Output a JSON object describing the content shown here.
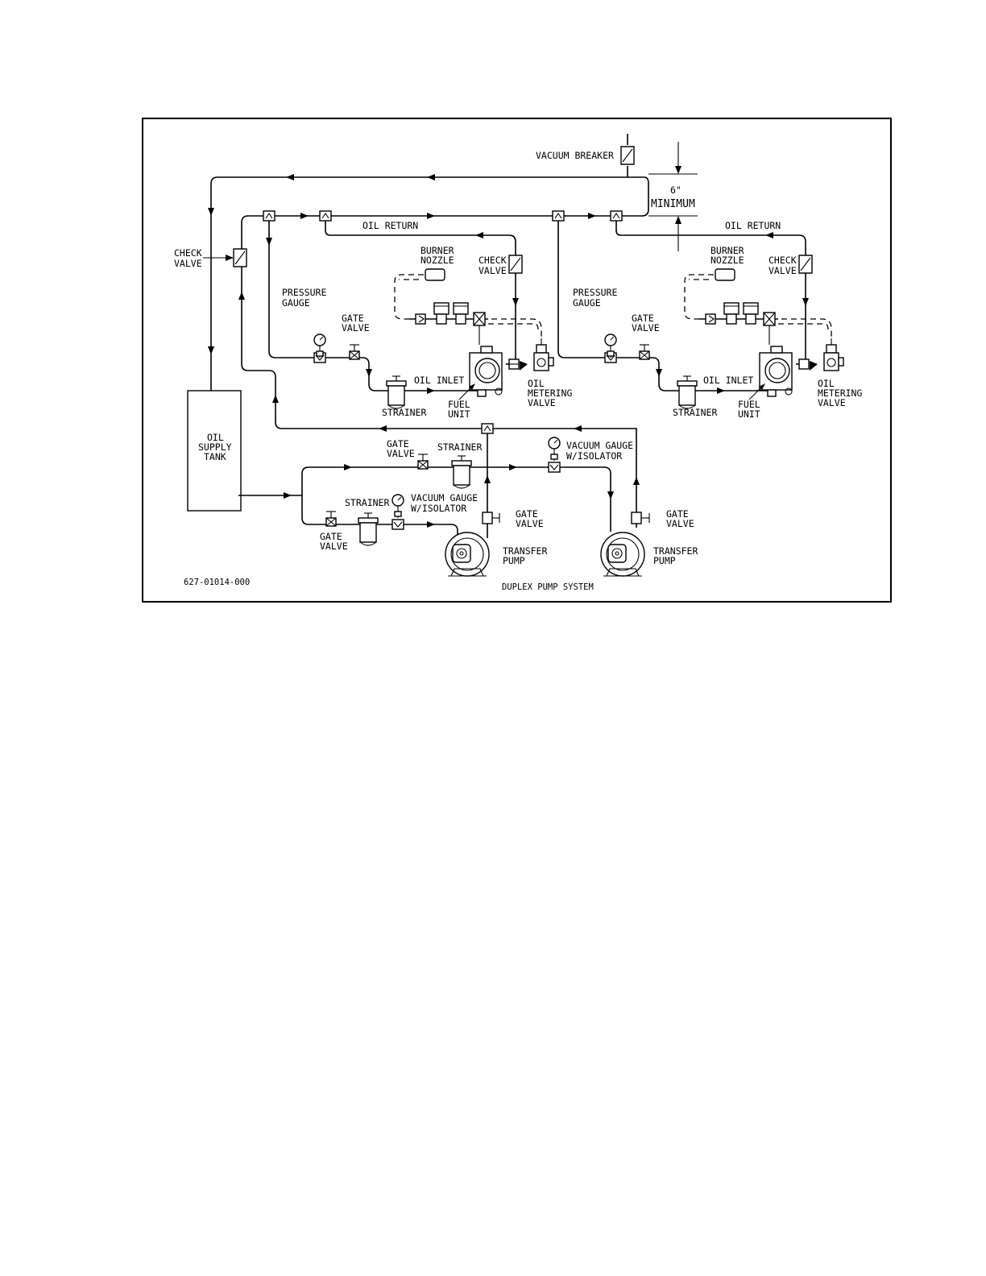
{
  "title": "DUPLEX PUMP SYSTEM",
  "drawing_number": "627-01014-000",
  "dimension": {
    "value": "6\"",
    "label": "MINIMUM"
  },
  "labels": {
    "vacuum_breaker": "VACUUM BREAKER",
    "check_valve_line1": "CHECK",
    "check_valve_line2": "VALVE",
    "oil_return": "OIL RETURN",
    "burner_line1": "BURNER",
    "burner_line2": "NOZZLE",
    "pressure_line1": "PRESSURE",
    "pressure_line2": "GAUGE",
    "gate_line1": "GATE",
    "gate_line2": "VALVE",
    "oil_inlet": "OIL INLET",
    "strainer": "STRAINER",
    "fuel_line1": "FUEL",
    "fuel_line2": "UNIT",
    "metering_line1": "OIL",
    "metering_line2": "METERING",
    "metering_line3": "VALVE",
    "tank_line1": "OIL",
    "tank_line2": "SUPPLY",
    "tank_line3": "TANK",
    "vacuum_gauge_line1": "VACUUM GAUGE",
    "vacuum_gauge_line2": "W/ISOLATOR",
    "transfer_line1": "TRANSFER",
    "transfer_line2": "PUMP"
  }
}
